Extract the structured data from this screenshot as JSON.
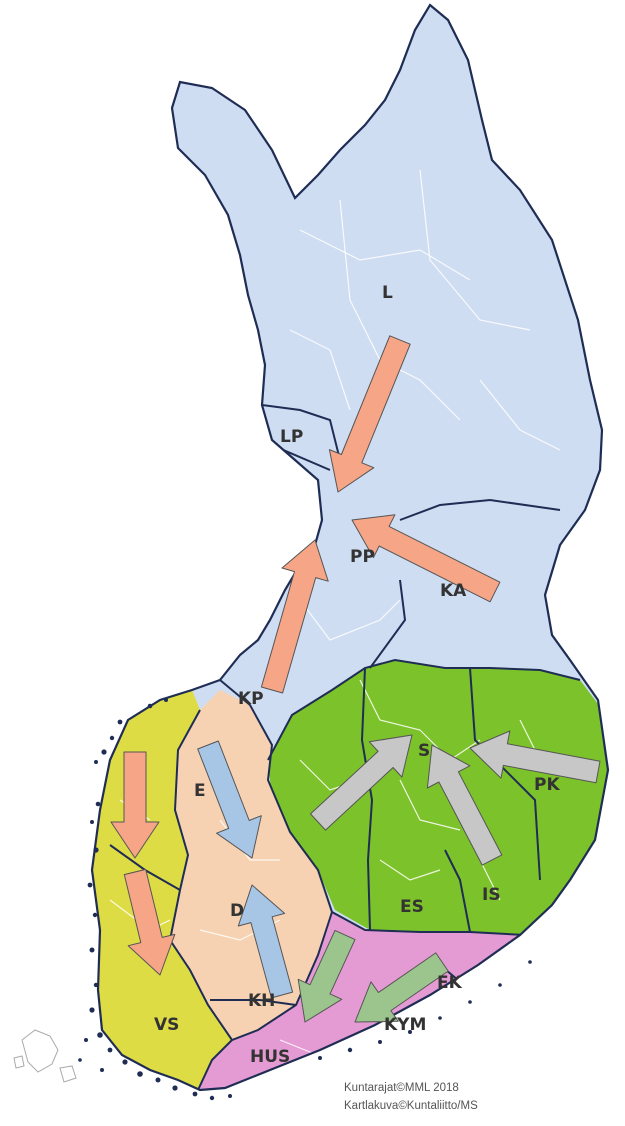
{
  "colors": {
    "lapland": "#cfddf2",
    "east": "#7cc22a",
    "south": "#e49bd3",
    "west_coast": "#dedc45",
    "central": "#f6d2b2",
    "border": "#1f2d55",
    "inner_border": "#ffffff",
    "arrow_salmon": "#f6a587",
    "arrow_blue": "#a7c6e6",
    "arrow_gray": "#c7c7c7",
    "arrow_green": "#9cc58e"
  },
  "regions": [
    {
      "code": "L"
    },
    {
      "code": "LP"
    },
    {
      "code": "PP"
    },
    {
      "code": "KA"
    },
    {
      "code": "KP"
    },
    {
      "code": "E"
    },
    {
      "code": "S"
    },
    {
      "code": "PK"
    },
    {
      "code": "D"
    },
    {
      "code": "ES"
    },
    {
      "code": "IS"
    },
    {
      "code": "KH"
    },
    {
      "code": "EK"
    },
    {
      "code": "KYM"
    },
    {
      "code": "VS"
    },
    {
      "code": "HUS"
    }
  ],
  "credits": [
    "Kuntarajat©MML 2018",
    "Kartlakuva©Kuntaliitto/MS"
  ]
}
